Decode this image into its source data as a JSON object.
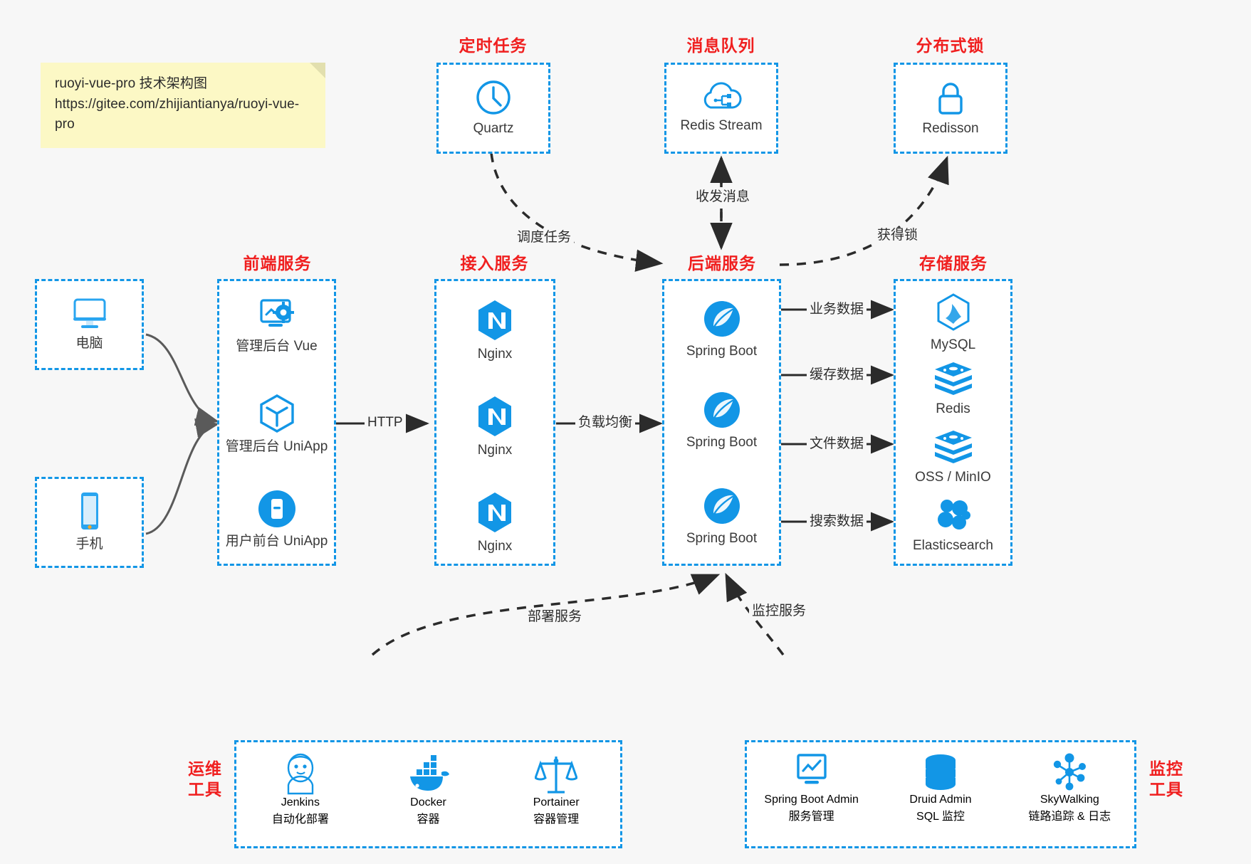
{
  "note": {
    "line1": "ruoyi-vue-pro 技术架构图",
    "line2": "https://gitee.com/zhijiantianya/ruoyi-vue-pro"
  },
  "colors": {
    "dashed_border": "#1296e6",
    "group_title": "#f01f1f",
    "icon_blue": "#1296e6",
    "arrow": "#2b2b2b",
    "canvas": "#f7f7f7",
    "note_bg": "#fcf8c5"
  },
  "groups": {
    "scheduled_task": {
      "title": "定时任务"
    },
    "message_queue": {
      "title": "消息队列"
    },
    "distributed_lock": {
      "title": "分布式锁"
    },
    "frontend": {
      "title": "前端服务"
    },
    "gateway": {
      "title": "接入服务"
    },
    "backend": {
      "title": "后端服务"
    },
    "storage": {
      "title": "存储服务"
    },
    "devops": {
      "title": "运维\n工具",
      "line1": "运维",
      "line2": "工具"
    },
    "monitor": {
      "title": "监控\n工具",
      "line1": "监控",
      "line2": "工具"
    }
  },
  "clients": [
    {
      "label": "电脑",
      "icon": "desktop-icon"
    },
    {
      "label": "手机",
      "icon": "mobile-icon"
    }
  ],
  "scheduled_task_nodes": [
    {
      "label": "Quartz",
      "icon": "clock-icon"
    }
  ],
  "message_queue_nodes": [
    {
      "label": "Redis Stream",
      "icon": "cloud-stream-icon"
    }
  ],
  "distributed_lock_nodes": [
    {
      "label": "Redisson",
      "icon": "lock-icon"
    }
  ],
  "frontend_nodes": [
    {
      "label": "管理后台 Vue",
      "icon": "dashboard-gear-icon"
    },
    {
      "label": "管理后台 UniApp",
      "icon": "cube-icon"
    },
    {
      "label": "用户前台 UniApp",
      "icon": "app-icon"
    }
  ],
  "gateway_nodes": [
    {
      "label": "Nginx",
      "icon": "nginx-icon"
    },
    {
      "label": "Nginx",
      "icon": "nginx-icon"
    },
    {
      "label": "Nginx",
      "icon": "nginx-icon"
    }
  ],
  "backend_nodes": [
    {
      "label": "Spring Boot",
      "icon": "spring-boot-icon"
    },
    {
      "label": "Spring Boot",
      "icon": "spring-boot-icon"
    },
    {
      "label": "Spring Boot",
      "icon": "spring-boot-icon"
    }
  ],
  "storage_nodes": [
    {
      "label": "MySQL",
      "icon": "mysql-icon"
    },
    {
      "label": "Redis",
      "icon": "redis-icon"
    },
    {
      "label": "OSS / MinIO",
      "icon": "redis-icon"
    },
    {
      "label": "Elasticsearch",
      "icon": "elasticsearch-icon"
    }
  ],
  "devops_nodes": [
    {
      "label": "Jenkins",
      "sub": "自动化部署",
      "icon": "jenkins-icon"
    },
    {
      "label": "Docker",
      "sub": "容器",
      "icon": "docker-icon"
    },
    {
      "label": "Portainer",
      "sub": "容器管理",
      "icon": "scales-icon"
    }
  ],
  "monitor_nodes": [
    {
      "label": "Spring Boot Admin",
      "sub": "服务管理",
      "icon": "monitor-chart-icon"
    },
    {
      "label": "Druid Admin",
      "sub": "SQL 监控",
      "icon": "database-icon"
    },
    {
      "label": "SkyWalking",
      "sub": "链路追踪 & 日志",
      "icon": "skywalking-icon"
    }
  ],
  "edges": [
    {
      "id": "http",
      "label": "HTTP"
    },
    {
      "id": "load-balance",
      "label": "负载均衡"
    },
    {
      "id": "schedule-task",
      "label": "调度任务"
    },
    {
      "id": "send-receive-message",
      "label": "收发消息"
    },
    {
      "id": "acquire-lock",
      "label": "获得锁"
    },
    {
      "id": "business-data",
      "label": "业务数据"
    },
    {
      "id": "cache-data",
      "label": "缓存数据"
    },
    {
      "id": "file-data",
      "label": "文件数据"
    },
    {
      "id": "search-data",
      "label": "搜索数据"
    },
    {
      "id": "deploy-service",
      "label": "部署服务"
    },
    {
      "id": "monitor-service",
      "label": "监控服务"
    }
  ]
}
